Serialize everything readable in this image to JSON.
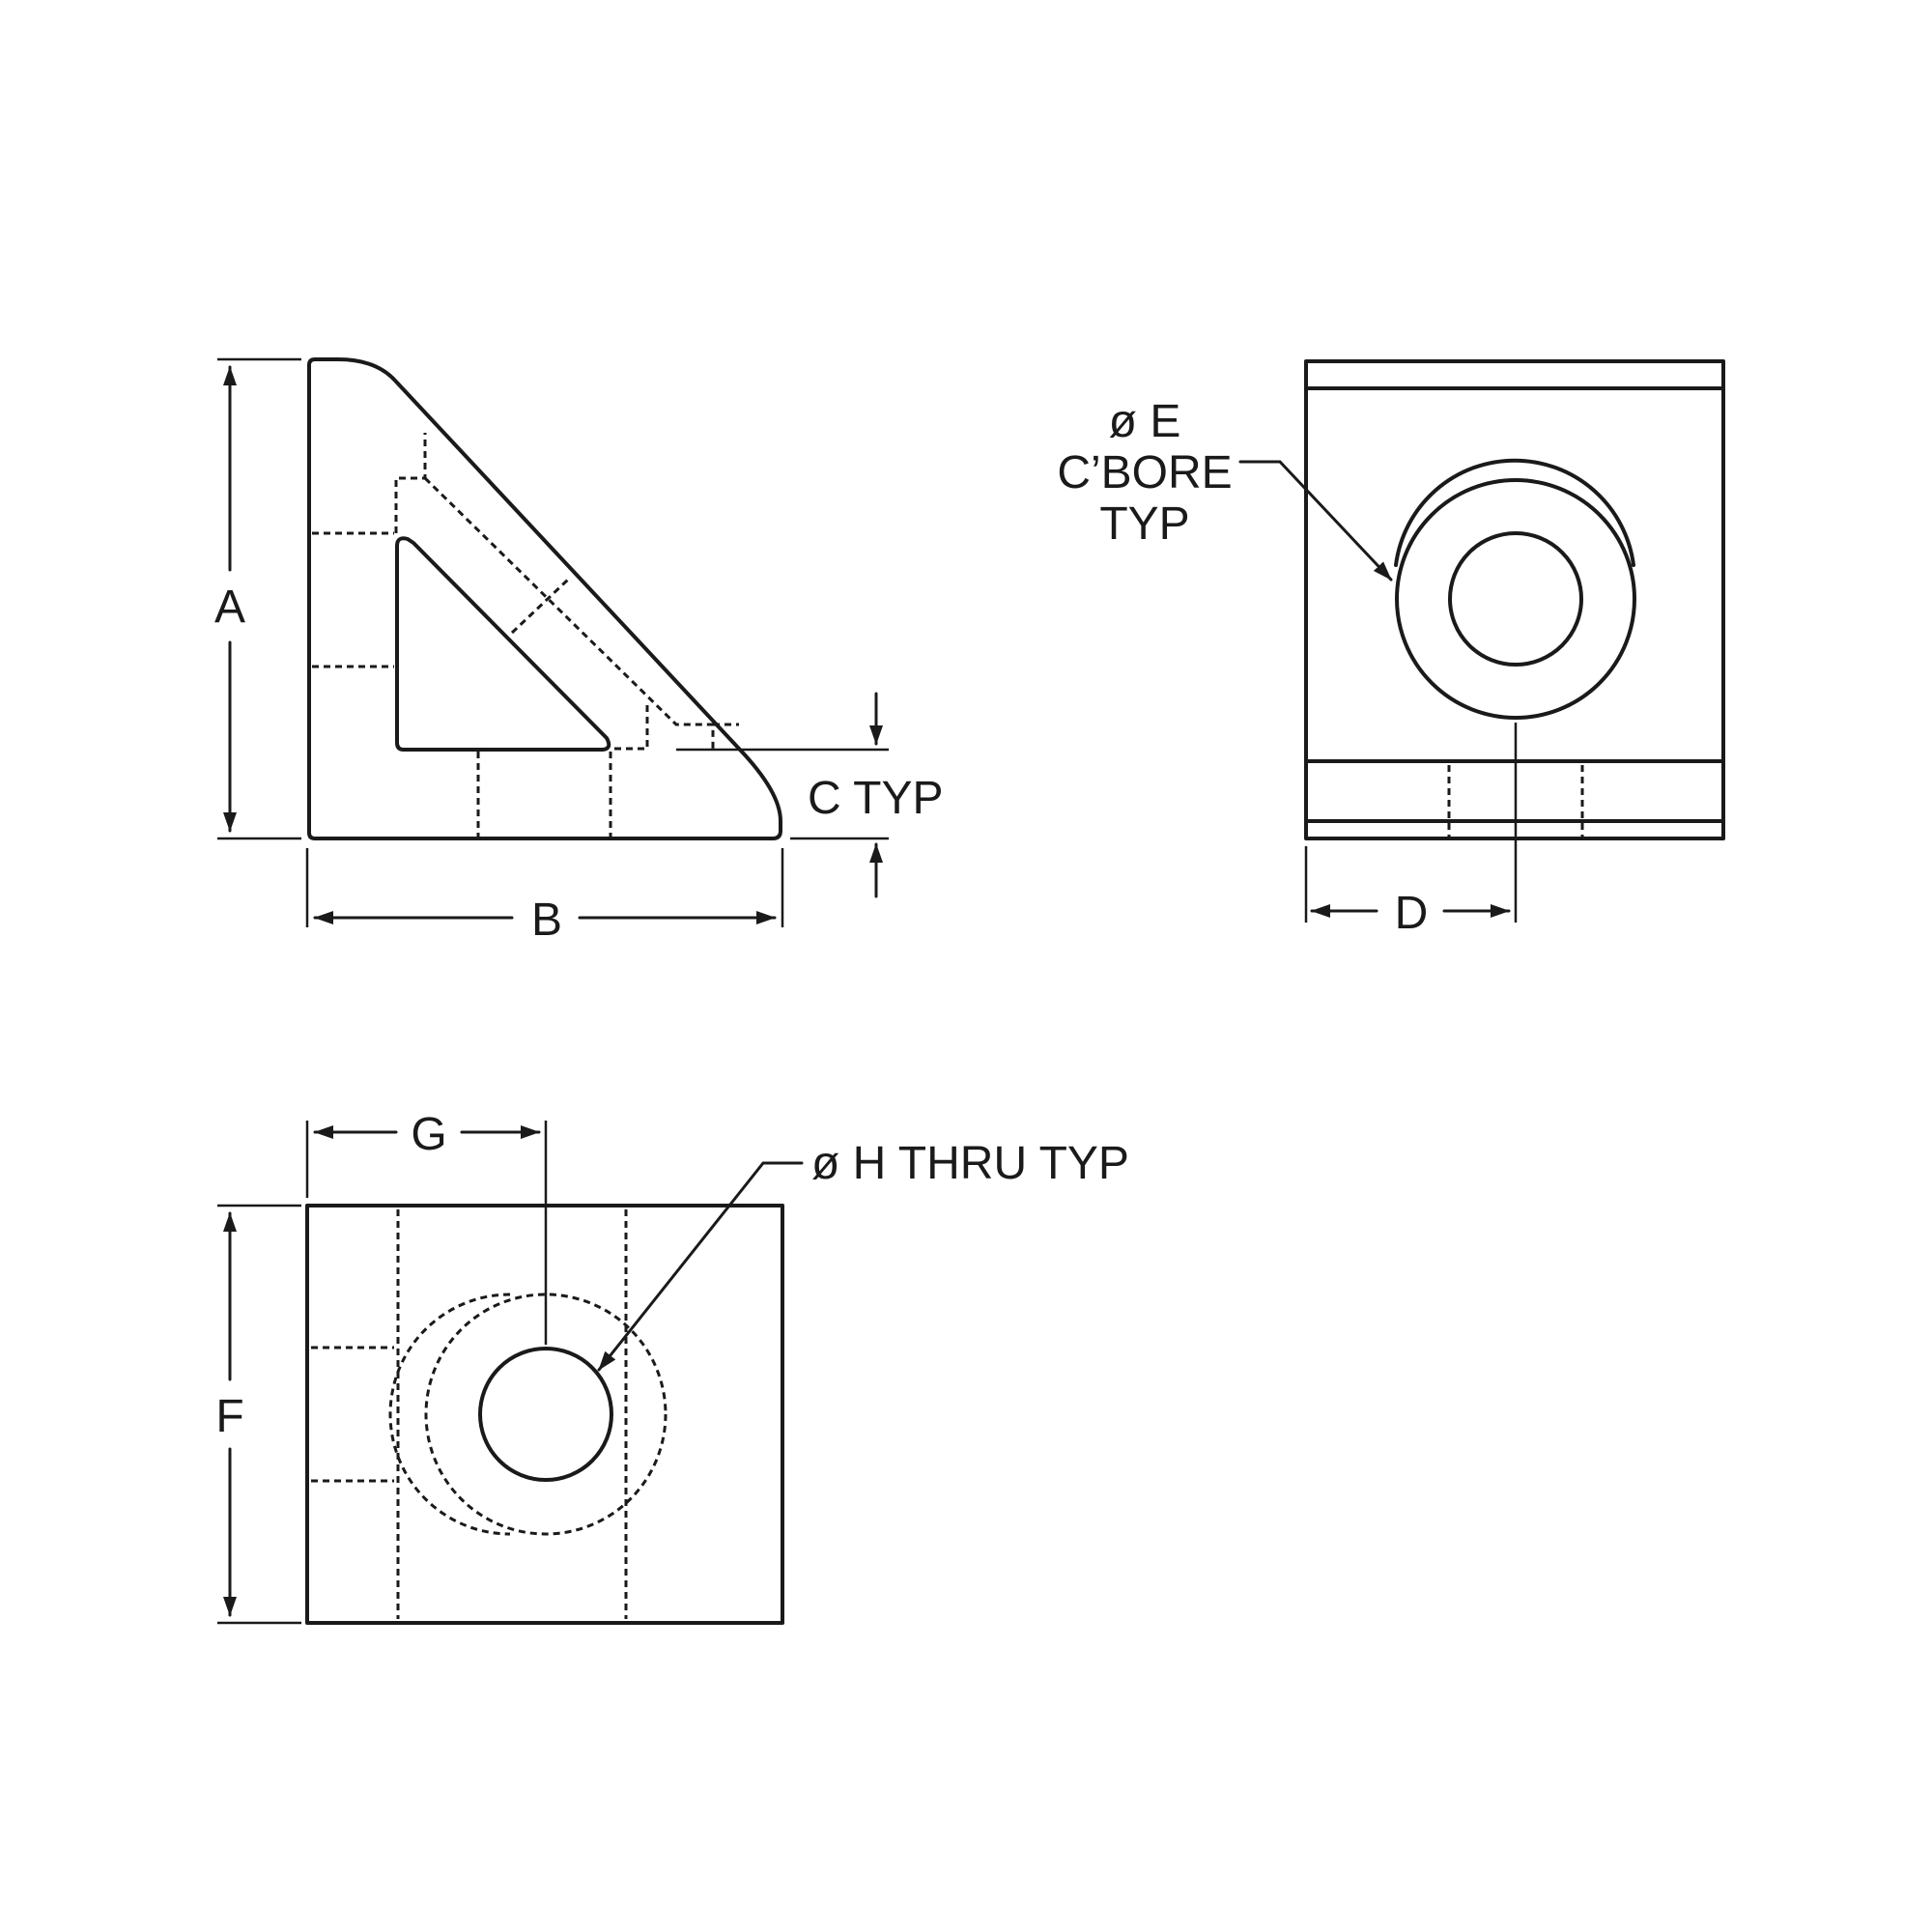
{
  "labels": {
    "dim_a": "A",
    "dim_b": "B",
    "dim_c": "C TYP",
    "dim_d": "D",
    "dim_e_line1": "ø E",
    "dim_e_line2": "C’BORE",
    "dim_e_line3": "TYP",
    "dim_f": "F",
    "dim_g": "G",
    "dim_h": "ø H THRU TYP"
  },
  "colors": {
    "line": "#1a1a1a",
    "background": "#ffffff"
  }
}
